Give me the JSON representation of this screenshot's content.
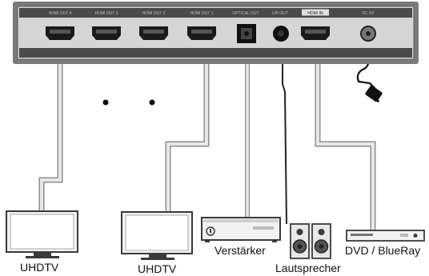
{
  "colors": {
    "panel": "#d5d5d5",
    "panel_frame": "#6e6e6e",
    "port": "#1a1a1a",
    "cable": "#cfcfcf",
    "cable_outline": "#8f8f8f",
    "audio_cable": "#222222",
    "device_body": "#f2f2f2",
    "device_outline": "#3a3a3a"
  },
  "panel": {
    "port_labels": [
      "HDMI OUT 4",
      "HDMI OUT 3",
      "HDMI OUT 2",
      "HDMI OUT 1",
      "OPTICAL OUT",
      "L/R OUT",
      "HDMI IN",
      "DC 5V"
    ]
  },
  "devices": {
    "tv_left": {
      "label": "UHDTV",
      "icon": "tv-icon"
    },
    "tv_right": {
      "label": "UHDTV",
      "icon": "tv-icon"
    },
    "amplifier": {
      "label": "Verstärker",
      "icon": "amplifier-icon"
    },
    "speakers": {
      "label": "Lautsprecher",
      "icon": "speaker-icon"
    },
    "player": {
      "label": "DVD / BlueRay",
      "icon": "bluray-player-icon"
    },
    "power": {
      "icon": "power-adapter-icon"
    }
  }
}
